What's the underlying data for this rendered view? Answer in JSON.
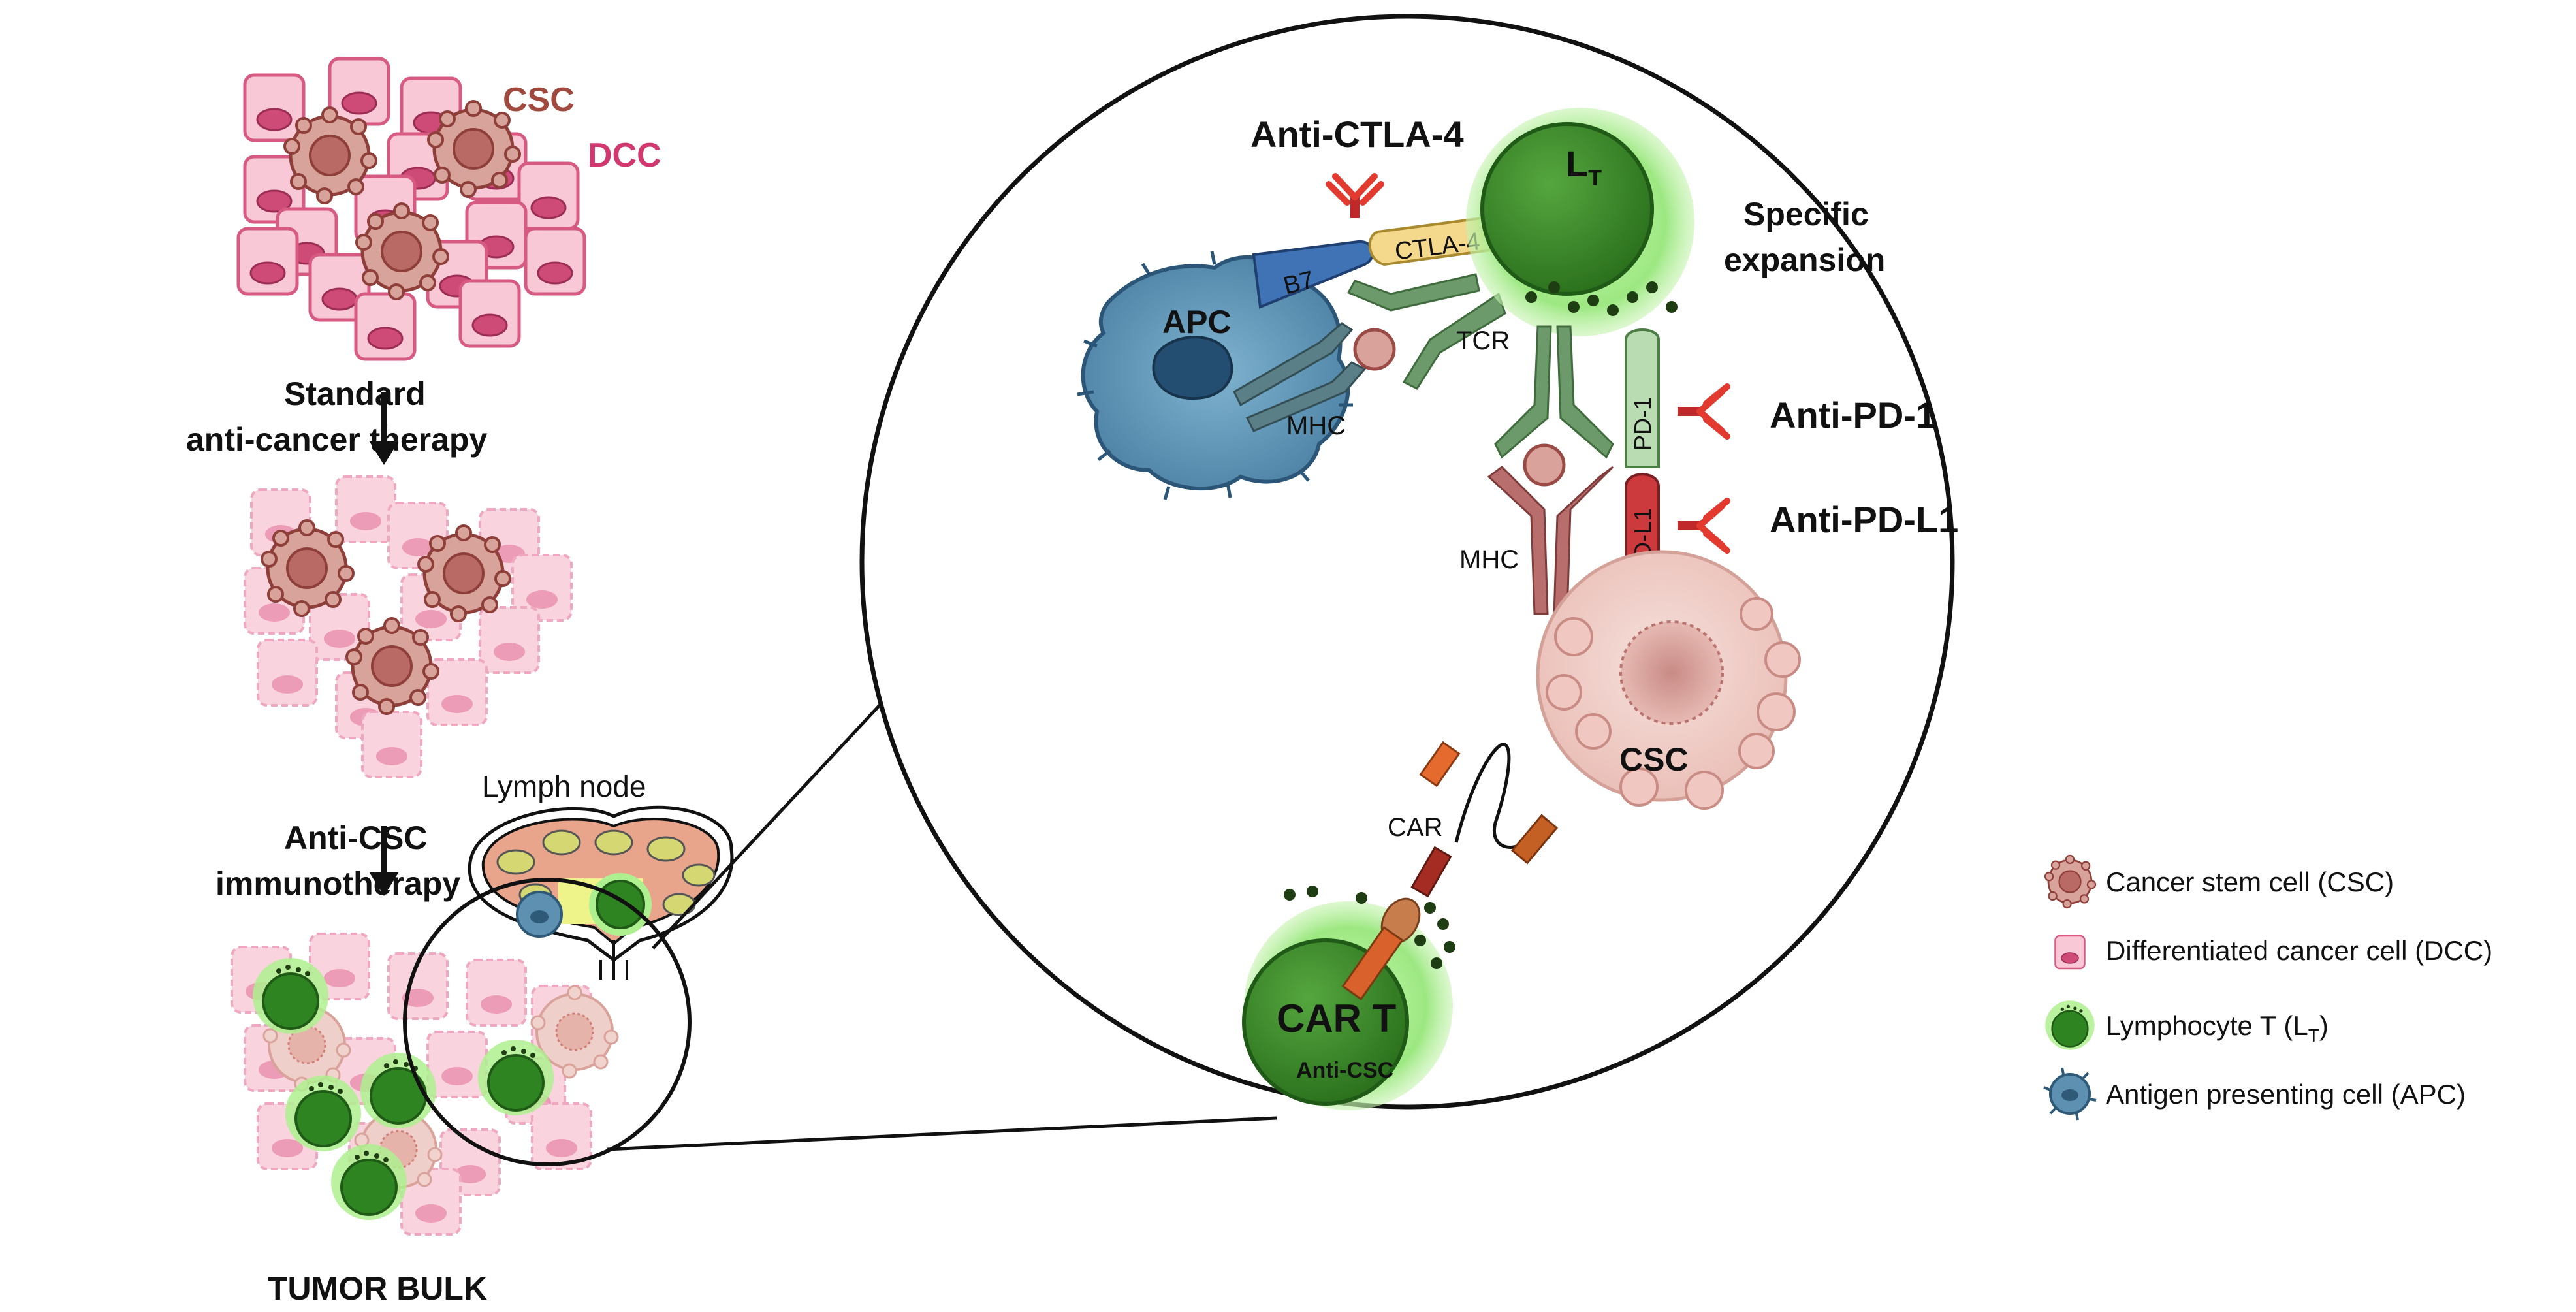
{
  "labels": {
    "csc_top": "CSC",
    "dcc_top": "DCC",
    "standard_line1": "Standard",
    "standard_line2": "anti-cancer therapy",
    "anticsc_line1": "Anti-CSC",
    "anticsc_line2": "immunotherapy",
    "lymph_node": "Lymph node",
    "tumor_bulk": "TUMOR BULK"
  },
  "zoom": {
    "anti_ctla4": "Anti-CTLA-4",
    "lt_main": "L",
    "lt_sub": "T",
    "specific_line1": "Specific",
    "specific_line2": "expansion",
    "b7": "B7",
    "ctla4": "CTLA-4",
    "apc": "APC",
    "tcr": "TCR",
    "mhc_apc": "MHC",
    "mhc_csc": "MHC",
    "pd1": "PD-1",
    "pdl1": "PD-L1",
    "anti_pd1": "Anti-PD-1",
    "anti_pdl1": "Anti-PD-L1",
    "csc": "CSC",
    "car": "CAR",
    "car_t": "CAR T",
    "anti_csc": "Anti-CSC"
  },
  "legend": {
    "items": [
      {
        "icon": "cancer-stem-cell-icon",
        "text": "Cancer stem cell (CSC)"
      },
      {
        "icon": "differentiated-cancer-cell-icon",
        "text": "Differentiated cancer cell (DCC)"
      },
      {
        "icon": "lymphocyte-t-icon",
        "text_main": "Lymphocyte T (L",
        "text_sub": "T",
        "text_end": ")"
      },
      {
        "icon": "antigen-presenting-cell-icon",
        "text": "Antigen presenting cell (APC)"
      }
    ]
  },
  "colors": {
    "csc_fill": "#d9a79f",
    "csc_dark": "#9a4b45",
    "dcc_fill": "#f7c5d3",
    "dcc_border": "#d9587f",
    "dcc_nucleus": "#c94270",
    "lymph_light": "#a6f08a",
    "lymph_dark": "#2f7f1f",
    "apc_fill": "#5f8fae",
    "text_csc": "#a04a3f",
    "text_dcc": "#d0386f"
  }
}
